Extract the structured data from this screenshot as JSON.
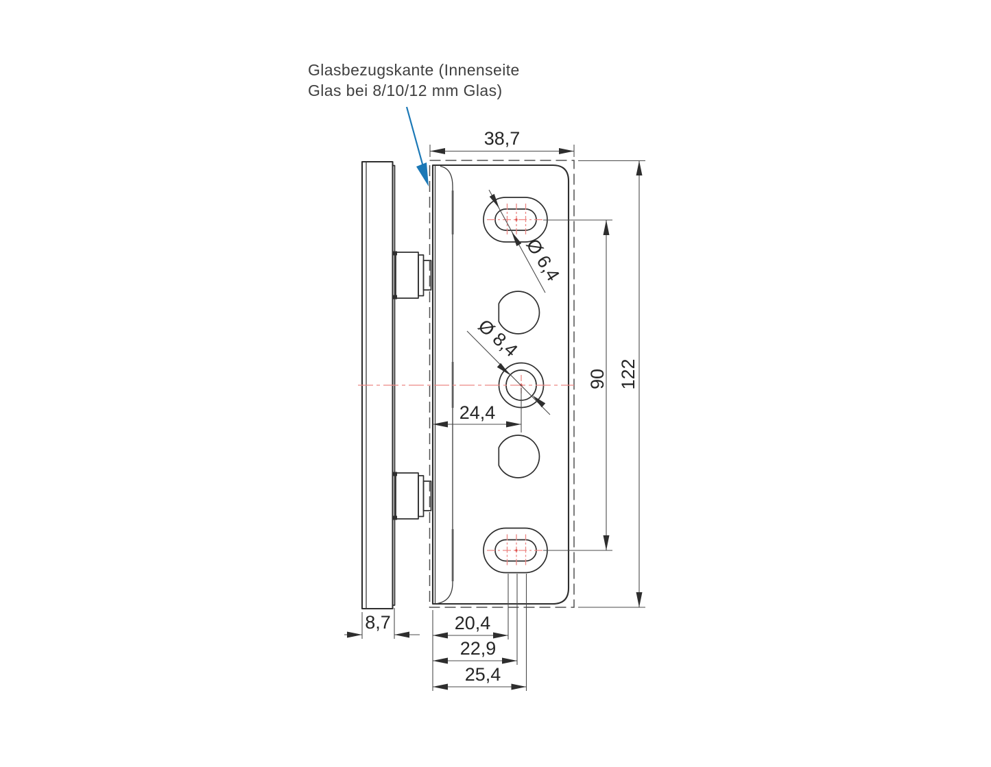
{
  "callout": {
    "line1": "Glasbezugskante (Innenseite",
    "line2": "Glas bei 8/10/12 mm Glas)"
  },
  "dims": {
    "width_top": "38,7",
    "height_overall": "122",
    "hole_spacing": "90",
    "center_offset": "24,4",
    "side_width": "8,7",
    "bottom_1": "20,4",
    "bottom_2": "22,9",
    "bottom_3": "25,4",
    "slot_dia": "Ø 6,4",
    "hole_dia": "Ø 8,4"
  },
  "colors": {
    "line": "#2e2e2e",
    "dimension": "#4a4a4a",
    "centerline_red": "#ec8683",
    "callout_blue": "#1b78b6",
    "edge_tick_gray": "#5d5d5d"
  }
}
